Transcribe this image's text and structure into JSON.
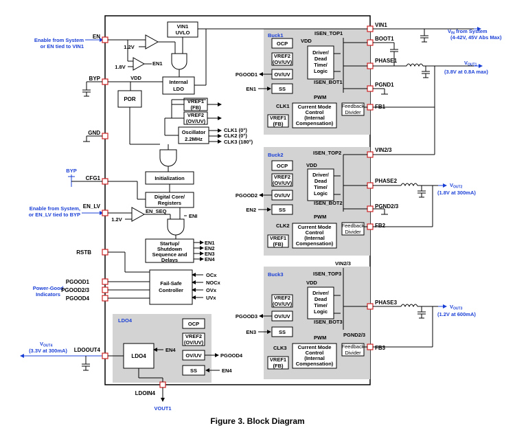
{
  "caption": "Figure 3. Block Diagram",
  "external": {
    "enable_system_en": "Enable from System",
    "enable_system_en_2": "or EN tied to VIN1",
    "enable_system_en_lv": "Enable from System,",
    "enable_system_en_lv_2": "or EN_LV tied to BYP",
    "byp_label": "BYP",
    "power_good_1": "Power-Good",
    "power_good_2": "Indicators",
    "vin_system_1": "V",
    "vin_system_sub": "IN",
    "vin_system_1b": " from System",
    "vin_system_2": "(4-42V, 45V Abs Max)",
    "vout1_label": "V",
    "vout1_sub": "OUT1",
    "vout1_spec": "(3.8V at 0.8A max)",
    "vout2_label": "V",
    "vout2_sub": "OUT2",
    "vout2_spec": "(1.8V at 300mA)",
    "vout3_label": "V",
    "vout3_sub": "OUT3",
    "vout3_spec": "(1.2V at 600mA)",
    "vout4_label": "V",
    "vout4_sub": "OUT4",
    "vout4_spec": "(3.3V at 300mA)",
    "vout1_bottom": "VOUT1"
  },
  "pins": {
    "en": "EN",
    "byp": "BYP",
    "gnd": "GND",
    "cfg1": "CFG1",
    "en_lv": "EN_LV",
    "rstb": "RSTB",
    "pgood1": "PGOOD1",
    "pgood23": "PGOOD2/3",
    "pgood4": "PGOOD4",
    "ldoout4": "LDOOUT4",
    "ldoin4": "LDOIN4",
    "vin1": "VIN1",
    "boot1": "BOOT1",
    "phase1": "PHASE1",
    "pgnd1": "PGND1",
    "fb1": "FB1",
    "vin23": "VIN2/3",
    "phase2": "PHASE2",
    "pgnd23": "PGND2/3",
    "fb2": "FB2",
    "phase3": "PHASE3",
    "fb3": "FB3"
  },
  "core": {
    "vin1_uvlo_1": "VIN1",
    "vin1_uvlo_2": "UVLO",
    "v12": "1.2V",
    "v18": "1.8V",
    "en1": "EN1",
    "vdd": "VDD",
    "internal_ldo_1": "Internal",
    "internal_ldo_2": "LDO",
    "por": "POR",
    "vref1_fb_1": "VREF1",
    "vref1_fb_2": "(FB)",
    "vref2_ovuv_1": "VREF2",
    "vref2_ovuv_2": "(OV/UV)",
    "osc_1": "Oscillator",
    "osc_2": "2.2MHz",
    "clk1": "CLK1 (0°)",
    "clk2": "CLK2 (0°)",
    "clk3": "CLK3 (180°)",
    "initialization": "Initialization",
    "digital_1": "Digital Core/",
    "digital_2": "Registers",
    "v12b": "1.2V",
    "en_seq": "EN_SEQ",
    "eni": "ENI",
    "startup_1": "Startup/",
    "startup_2": "Shutdown",
    "startup_3": "Sequence and",
    "startup_4": "Delays",
    "en_out_1": "EN1",
    "en_out_2": "EN2",
    "en_out_3": "EN3",
    "en_out_4": "EN4",
    "failsafe_1": "Fail-Safe",
    "failsafe_2": "Controller",
    "ocx": "OCx",
    "nocx": "NOCx",
    "ovx": "OVx",
    "uvx": "UVx"
  },
  "buck1": {
    "title": "Buck1",
    "isen_top": "ISEN_TOP1",
    "vdd": "VDD",
    "ocp": "OCP",
    "vref2_1": "VREF2",
    "vref2_2": "(OV/UV)",
    "ovuv": "OV/UV",
    "pgood": "PGOOD1",
    "en": "EN1",
    "ss": "SS",
    "driver_1": "Driver/",
    "driver_2": "Dead",
    "driver_3": "Time/",
    "driver_4": "Logic",
    "isen_bot": "ISEN_BOT1",
    "pwm": "PWM",
    "clk": "CLK1",
    "vref1_1": "VREF1",
    "vref1_2": "(FB)",
    "cmc_1": "Current Mode",
    "cmc_2": "Control",
    "cmc_3": "(Internal",
    "cmc_4": "Compensation)",
    "fbdiv_1": "Feedback",
    "fbdiv_2": "Divider"
  },
  "buck2": {
    "title": "Buck2",
    "isen_top": "ISEN_TOP2",
    "vdd": "VDD",
    "ocp": "OCP",
    "vref2_1": "VREF2",
    "vref2_2": "(OV/UV)",
    "ovuv": "OV/UV",
    "pgood": "PGOOD2",
    "en": "EN2",
    "ss": "SS",
    "driver_1": "Driver/",
    "driver_2": "Dead",
    "driver_3": "Time/",
    "driver_4": "Logic",
    "isen_bot": "ISEN_BOT2",
    "pwm": "PWM",
    "clk": "CLK2",
    "vref1_1": "VREF1",
    "vref1_2": "(FB)",
    "cmc_1": "Current Mode",
    "cmc_2": "Control",
    "cmc_3": "(Internal",
    "cmc_4": "Compensation)",
    "fbdiv_1": "Feedback",
    "fbdiv_2": "Divider"
  },
  "buck3": {
    "title": "Buck3",
    "vin": "VIN2/3",
    "isen_top": "ISEN_TOP3",
    "vdd": "VDD",
    "vref2_1": "VREF2",
    "vref2_2": "(OV/UV)",
    "ovuv": "OV/UV",
    "pgood": "PGOOD3",
    "en": "EN3",
    "ss": "SS",
    "driver_1": "Driver/",
    "driver_2": "Dead",
    "driver_3": "Time/",
    "driver_4": "Logic",
    "isen_bot": "ISEN_BOT3",
    "pgnd": "PGND2/3",
    "pwm": "PWM",
    "clk": "CLK3",
    "vref1_1": "VREF1",
    "vref1_2": "(FB)",
    "cmc_1": "Current Mode",
    "cmc_2": "Control",
    "cmc_3": "(Internal",
    "cmc_4": "Compensation)",
    "fbdiv_1": "Feedback",
    "fbdiv_2": "Divider"
  },
  "ldo4": {
    "title": "LDO4",
    "ocp": "OCP",
    "vref2_1": "VREF2",
    "vref2_2": "(OV/UV)",
    "ovuv": "OV/UV",
    "pgood": "PGOOD4",
    "ss": "SS",
    "en": "EN4",
    "ldo": "LDO4",
    "en_in": "EN4"
  },
  "colors": {
    "pin": "#cc2222",
    "block_bg": "#d3d3d3",
    "label_blue": "#1a3fd6"
  }
}
